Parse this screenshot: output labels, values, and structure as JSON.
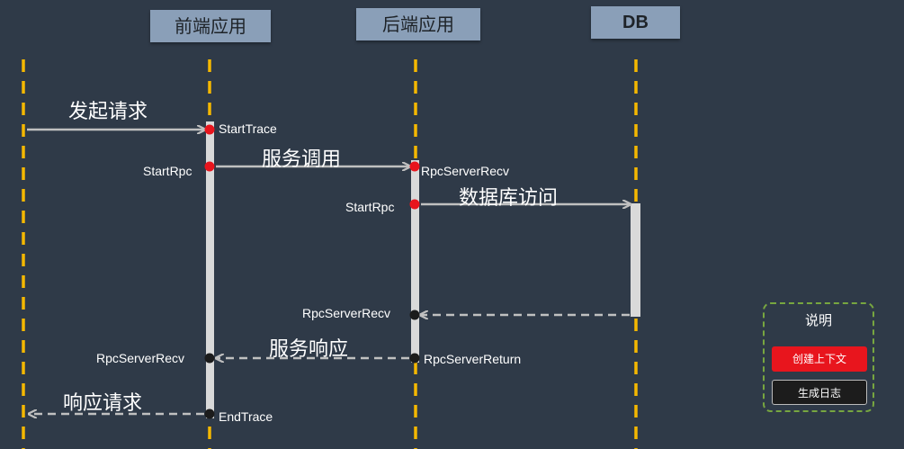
{
  "participants": {
    "frontend": "前端应用",
    "backend": "后端应用",
    "db": "DB"
  },
  "messages": {
    "initiate_request": "发起请求",
    "service_call": "服务调用",
    "db_access": "数据库访问",
    "service_response": "服务响应",
    "response_request": "响应请求"
  },
  "events": {
    "fe_start_trace": "StartTrace",
    "fe_start_rpc": "StartRpc",
    "be_rpc_server_recv": "RpcServerRecv",
    "be_start_rpc": "StartRpc",
    "be_rpc_server_recv_return": "RpcServerRecv",
    "be_rpc_server_return": "RpcServerReturn",
    "fe_rpc_server_recv": "RpcServerRecv",
    "fe_end_trace": "EndTrace"
  },
  "legend": {
    "title": "说明",
    "create_context": "创建上下文",
    "generate_log": "生成日志"
  },
  "colors": {
    "lifeline": "#f5b800",
    "create_context": "#e8151d",
    "generate_log": "#1c1c1c",
    "arrow": "#c0c0c0",
    "activation": "#d9d9d9"
  }
}
